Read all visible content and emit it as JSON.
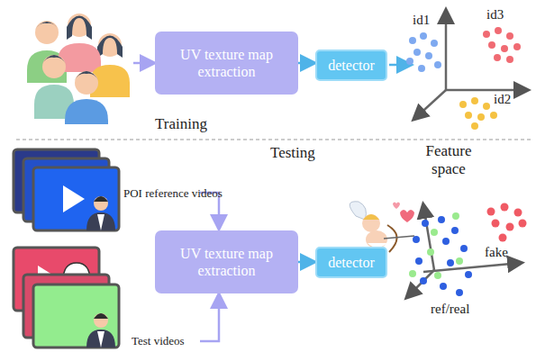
{
  "diagram": {
    "nodes": [
      {
        "text": [
          "UV texture map extraction"
        ]
      },
      {
        "text": [
          "detector"
        ]
      },
      {
        "text": [
          "UV texture map extraction"
        ]
      },
      {
        "text": [
          "detector"
        ]
      }
    ],
    "edges": [
      {
        "from": 0,
        "to": 1,
        "arrow": "to"
      },
      {
        "from": 2,
        "to": 3,
        "arrow": "to"
      }
    ],
    "labels": [
      "Training",
      "Testing",
      "Feature space",
      "id1",
      "id3",
      "id2",
      "POI reference videos",
      "Test videos",
      "fake",
      "ref/real"
    ]
  }
}
